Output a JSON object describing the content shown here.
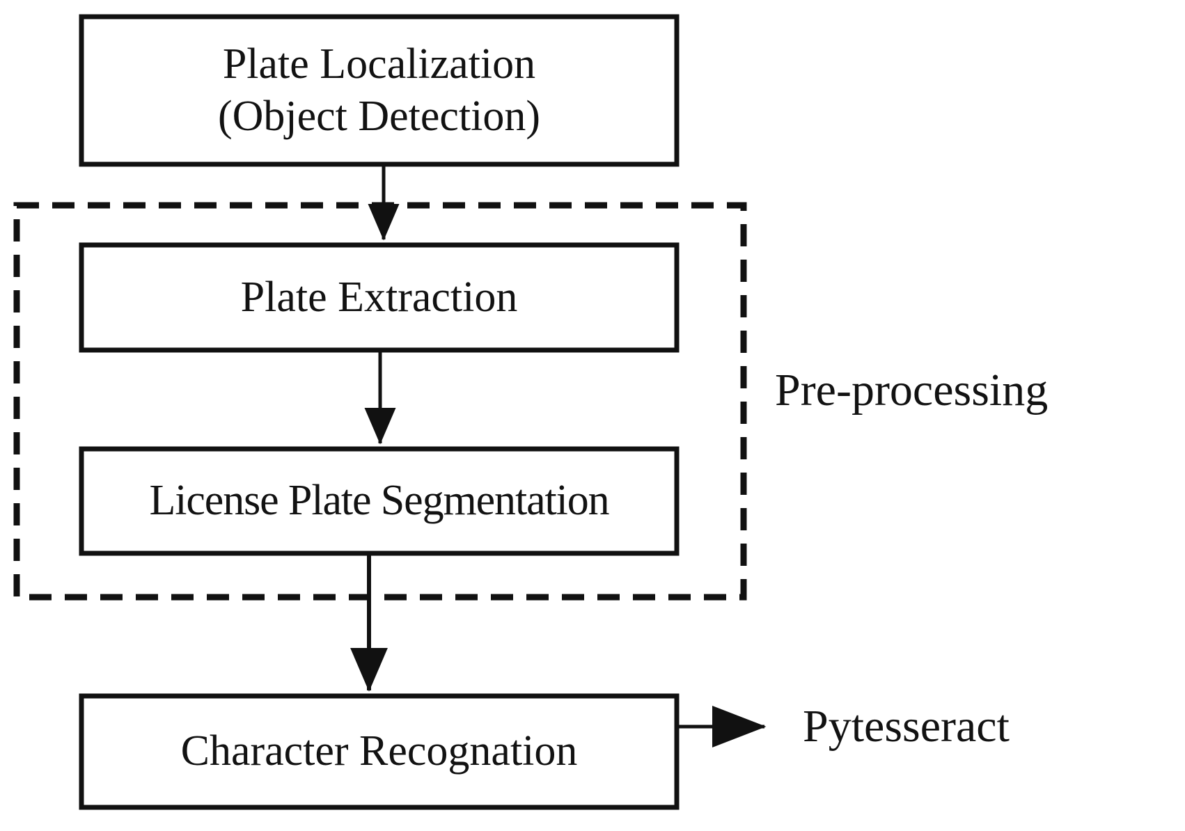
{
  "diagram": {
    "type": "flowchart",
    "title": "",
    "orientation": "vertical-top-to-bottom",
    "stroke_color": "#111111",
    "background_color": "#ffffff",
    "nodes": [
      {
        "id": "plate-localization",
        "shape": "rectangle",
        "border": "solid",
        "lines": [
          "Plate Localization",
          "(Object Detection)"
        ],
        "line1": "Plate Localization",
        "line2": "(Object Detection)"
      },
      {
        "id": "plate-extraction",
        "shape": "rectangle",
        "border": "solid",
        "lines": [
          "Plate Extraction"
        ],
        "line1": "Plate Extraction"
      },
      {
        "id": "license-plate-segmentation",
        "shape": "rectangle",
        "border": "solid",
        "lines": [
          "License Plate Segmentation"
        ],
        "line1": "License Plate Segmentation"
      },
      {
        "id": "character-recognation",
        "shape": "rectangle",
        "border": "solid",
        "lines": [
          "Character Recognation"
        ],
        "line1": "Character Recognation"
      }
    ],
    "groups": [
      {
        "id": "pre-processing-group",
        "border": "dashed",
        "label": "Pre-processing",
        "label_position": "right",
        "contains": [
          "plate-extraction",
          "license-plate-segmentation"
        ]
      }
    ],
    "annotations": [
      {
        "id": "pytesseract-annotation",
        "label": "Pytesseract",
        "attached_to": "character-recognation",
        "connector": "arrow-right"
      }
    ],
    "edges": [
      {
        "from": "plate-localization",
        "to": "plate-extraction",
        "style": "solid-arrow"
      },
      {
        "from": "plate-extraction",
        "to": "license-plate-segmentation",
        "style": "solid-arrow"
      },
      {
        "from": "license-plate-segmentation",
        "to": "character-recognation",
        "style": "solid-arrow"
      },
      {
        "from": "character-recognation",
        "to": "pytesseract-annotation",
        "style": "solid-arrow-horizontal"
      }
    ]
  }
}
